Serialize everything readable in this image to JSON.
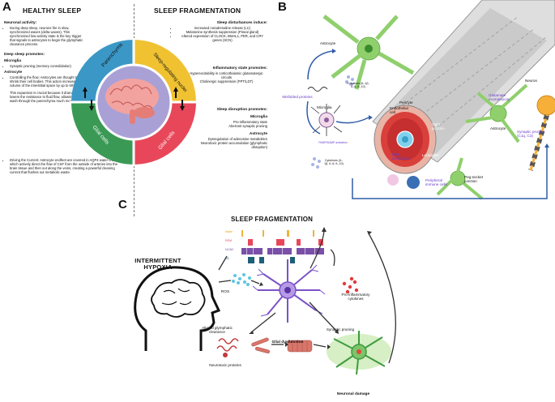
{
  "panel_a": {
    "letter": "A",
    "healthy_title": "HEALTHY SLEEP",
    "neuronal_activity_header": "Neuronal activity:",
    "neuronal_activity_text": "During deep sleep, neurons fire in slow, synchronized waves (delta waves). This synchronized low-activity state is the key trigger that signals to astrocytes to begin the glymphatic clearance process.",
    "deep_sleep_header": "Deep sleep promotes:",
    "microglia_header": "Microglia",
    "microglia_item": "Synaptic pruning (memory consolidation)",
    "astrocyte_header": "Astrocyte",
    "astrocyte_item": "Controlling the flow: Astrocytes are thought to shrink their cell bodies. This action increases the volume of the interstitial space by up to 60%.",
    "astrocyte_note": "This expansion is crucial because it dramatically lowers the resistance to fluid flow, allowing CSF to wash through the parenchyma much more easily.",
    "driving_item": "Driving the Current: Astrocyte endfeet are covered in AQP4 water channels which actively direct the flow of CSF from the outside of arteries into the brain tissue and then out along the veins, creating a powerful cleaning current that flushes out metabolic waste.",
    "frag_title": "SLEEP FRAGMENTATION",
    "disturbances_header": "Sleep disturbances induce:",
    "disturbances_items": [
      "Increased noradrenaline release (LC)",
      "Melatonine synthesis suppression (Pineal gland)",
      "Altered expression of CLOCK, BMAL1, PER, and CRY genes (SCN)"
    ],
    "inflammatory_header": "Inflammatory state promotes:",
    "inflammatory_items": [
      "Hyperexcitability in corticothalamic glutamatergic circuits",
      "Cholinergic suppression (PPT/LDT)"
    ],
    "disruption_header": "Sleep disruption promotes:",
    "disruption_microglia_header": "Microglia",
    "disruption_microglia_items": [
      "Pro-inflammatory state",
      "Aberrant synaptic pruning"
    ],
    "disruption_astrocyte_header": "Astrocyte",
    "disruption_astrocyte_items": [
      "Dysregulation of adenosine metabolism",
      "Neurotoxic protein accumulation (glymphatic disruption)"
    ],
    "wheel_labels": {
      "parenchyma": "Parenchyma",
      "sleep_nuclei": "Sleep-regulating nuclei",
      "glial_left": "Glial cells",
      "glial_right": "Glial cells"
    },
    "colors": {
      "parenchyma": "#3b98c6",
      "nuclei": "#f0c232",
      "glial_left": "#3a9a55",
      "glial_right": "#e8475a",
      "inner": "#a9a1d6"
    }
  },
  "panel_b": {
    "letter": "B",
    "astrocyte_top": "Astrocyte",
    "pericyte": "Pericyte",
    "endothelial": "Endothelial cell",
    "neuron": "Neuron",
    "misfolded": "Misfolded proteins",
    "microglia": "Microglia",
    "cytokines_top": "Cytokines (IL-1β, IL-6, IL-10)",
    "pamp": "PAMP/DAMP activation",
    "cytokines_bottom": "Cytokines (IL-1β, IL-6, IL-10)",
    "tight_junction": "Tight junction",
    "leukocyte": "Leukocyte",
    "glutamate": "Glutamate excitotoxicity",
    "astrocyte_right": "Astrocyte",
    "synaptic": "Synaptic pruning (C1q, C3)",
    "bbb": "BBB breakdown",
    "peg": "Peg-socket junction",
    "peripheral": "Peripheral immune cells"
  },
  "panel_c": {
    "letter": "C",
    "title": "SLEEP FRAGMENTATION",
    "hypoxia": "INTERMITTENT HYPOXIA",
    "hypnogram_labels": [
      "Wake",
      "REM",
      "N1/N2",
      "N3"
    ],
    "ros": "ROS",
    "pro_inflammatory": "Pro-inflammatory cytokines",
    "altered": "Altered glymphatic clearance",
    "glial_dysfunction": "Glial dysfunction",
    "synaptic_pruning": "Synaptic pruning",
    "neurotoxic": "Neurotoxic proteins",
    "neuronal_damage": "Neuronal damage"
  }
}
